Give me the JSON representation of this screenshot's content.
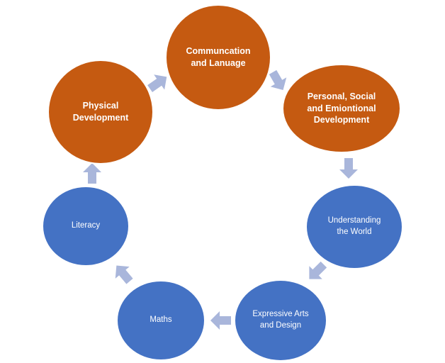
{
  "cycle": {
    "colors": {
      "prime": "#c55a11",
      "specific": "#4472c4",
      "arrow": "#a9b6db"
    },
    "nodes": [
      {
        "id": "communication",
        "label": "Communcation\nand Lanuage",
        "group": "prime"
      },
      {
        "id": "psed",
        "label": "Personal, Social\nand Emiontional\nDevelopment",
        "group": "prime"
      },
      {
        "id": "understanding",
        "label": "Understanding\nthe World",
        "group": "specific"
      },
      {
        "id": "expressive",
        "label": "Expressive Arts\nand Design",
        "group": "specific"
      },
      {
        "id": "maths",
        "label": "Maths",
        "group": "specific"
      },
      {
        "id": "literacy",
        "label": "Literacy",
        "group": "specific"
      },
      {
        "id": "physical",
        "label": "Physical\nDevelopment",
        "group": "prime"
      }
    ],
    "arrow_direction": "clockwise"
  }
}
